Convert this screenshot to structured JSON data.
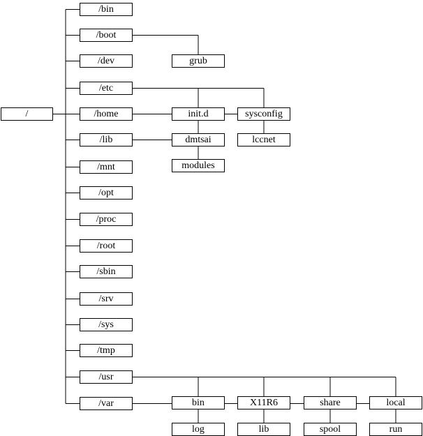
{
  "root": {
    "label": "/"
  },
  "dirs": [
    {
      "id": "bin",
      "label": "/bin",
      "children": []
    },
    {
      "id": "boot",
      "label": "/boot",
      "children": [
        "grub"
      ]
    },
    {
      "id": "dev",
      "label": "/dev",
      "children": []
    },
    {
      "id": "etc",
      "label": "/etc",
      "children": [
        "init.d",
        "sysconfig"
      ]
    },
    {
      "id": "home",
      "label": "/home",
      "children": [
        "dmtsai",
        "lccnet"
      ]
    },
    {
      "id": "lib",
      "label": "/lib",
      "children": [
        "modules"
      ]
    },
    {
      "id": "mnt",
      "label": "/mnt",
      "children": []
    },
    {
      "id": "opt",
      "label": "/opt",
      "children": []
    },
    {
      "id": "proc",
      "label": "/proc",
      "children": []
    },
    {
      "id": "root",
      "label": "/root",
      "children": []
    },
    {
      "id": "sbin",
      "label": "/sbin",
      "children": []
    },
    {
      "id": "srv",
      "label": "/srv",
      "children": []
    },
    {
      "id": "sys",
      "label": "/sys",
      "children": []
    },
    {
      "id": "tmp",
      "label": "/tmp",
      "children": []
    },
    {
      "id": "usr",
      "label": "/usr",
      "children": [
        "bin",
        "X11R6",
        "share",
        "local"
      ]
    },
    {
      "id": "var",
      "label": "/var",
      "children": [
        "log",
        "lib",
        "spool",
        "run"
      ]
    }
  ]
}
